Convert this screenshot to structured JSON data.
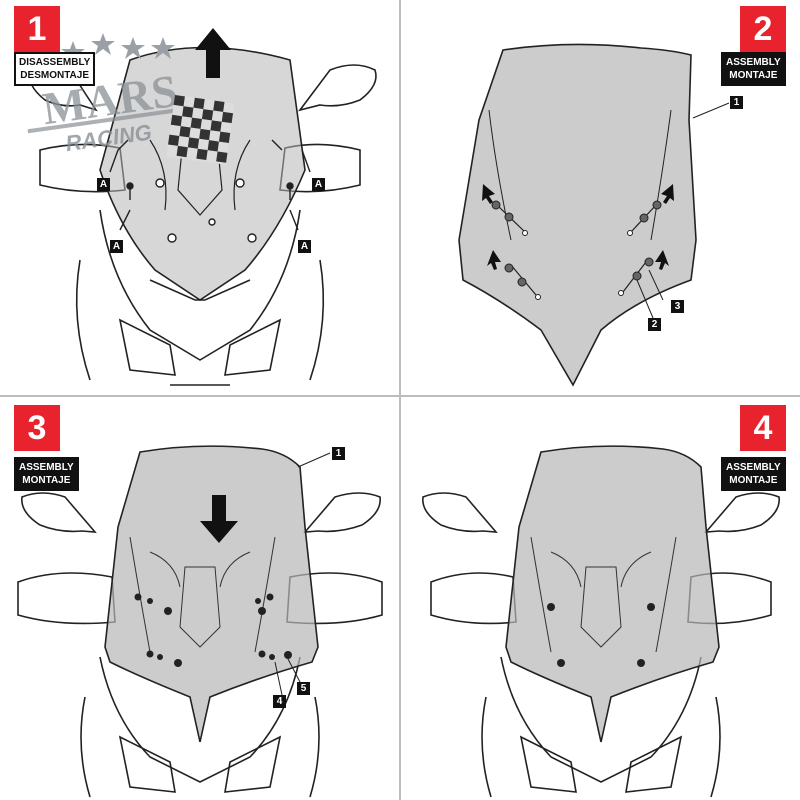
{
  "steps": [
    {
      "number": "1",
      "label_line1": "DISASSEMBLY",
      "label_line2": "DESMONTAJE",
      "callouts": [
        "A",
        "A",
        "A",
        "A"
      ]
    },
    {
      "number": "2",
      "label_line1": "ASSEMBLY",
      "label_line2": "MONTAJE",
      "callouts": [
        "1",
        "2",
        "3"
      ]
    },
    {
      "number": "3",
      "label_line1": "ASSEMBLY",
      "label_line2": "MONTAJE",
      "callouts": [
        "1",
        "4",
        "5"
      ]
    },
    {
      "number": "4",
      "label_line1": "ASSEMBLY",
      "label_line2": "MONTAJE",
      "callouts": []
    }
  ],
  "watermark": {
    "brand": "MARS",
    "tagline": "RACING"
  },
  "colors": {
    "accent": "#e8232d",
    "shield": "#b0b0b0",
    "outline": "#222222"
  },
  "icons": [
    "up-arrow-icon",
    "down-arrow-icon",
    "pointer-arrow-icon",
    "screw-icon",
    "checkered-flag-icon"
  ]
}
